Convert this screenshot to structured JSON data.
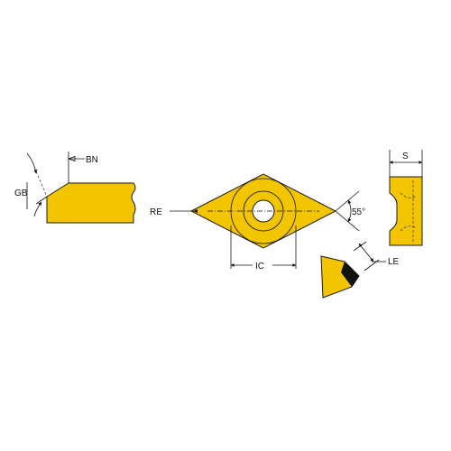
{
  "labels": {
    "bn": "BN",
    "gb": "GB",
    "re": "RE",
    "angle": "55°",
    "ic": "IC",
    "s": "S",
    "le": "LE"
  },
  "colors": {
    "insert_fill": "#f2c500",
    "outline": "#1a1a1a",
    "edge_black": "#111111",
    "background": "#ffffff"
  }
}
